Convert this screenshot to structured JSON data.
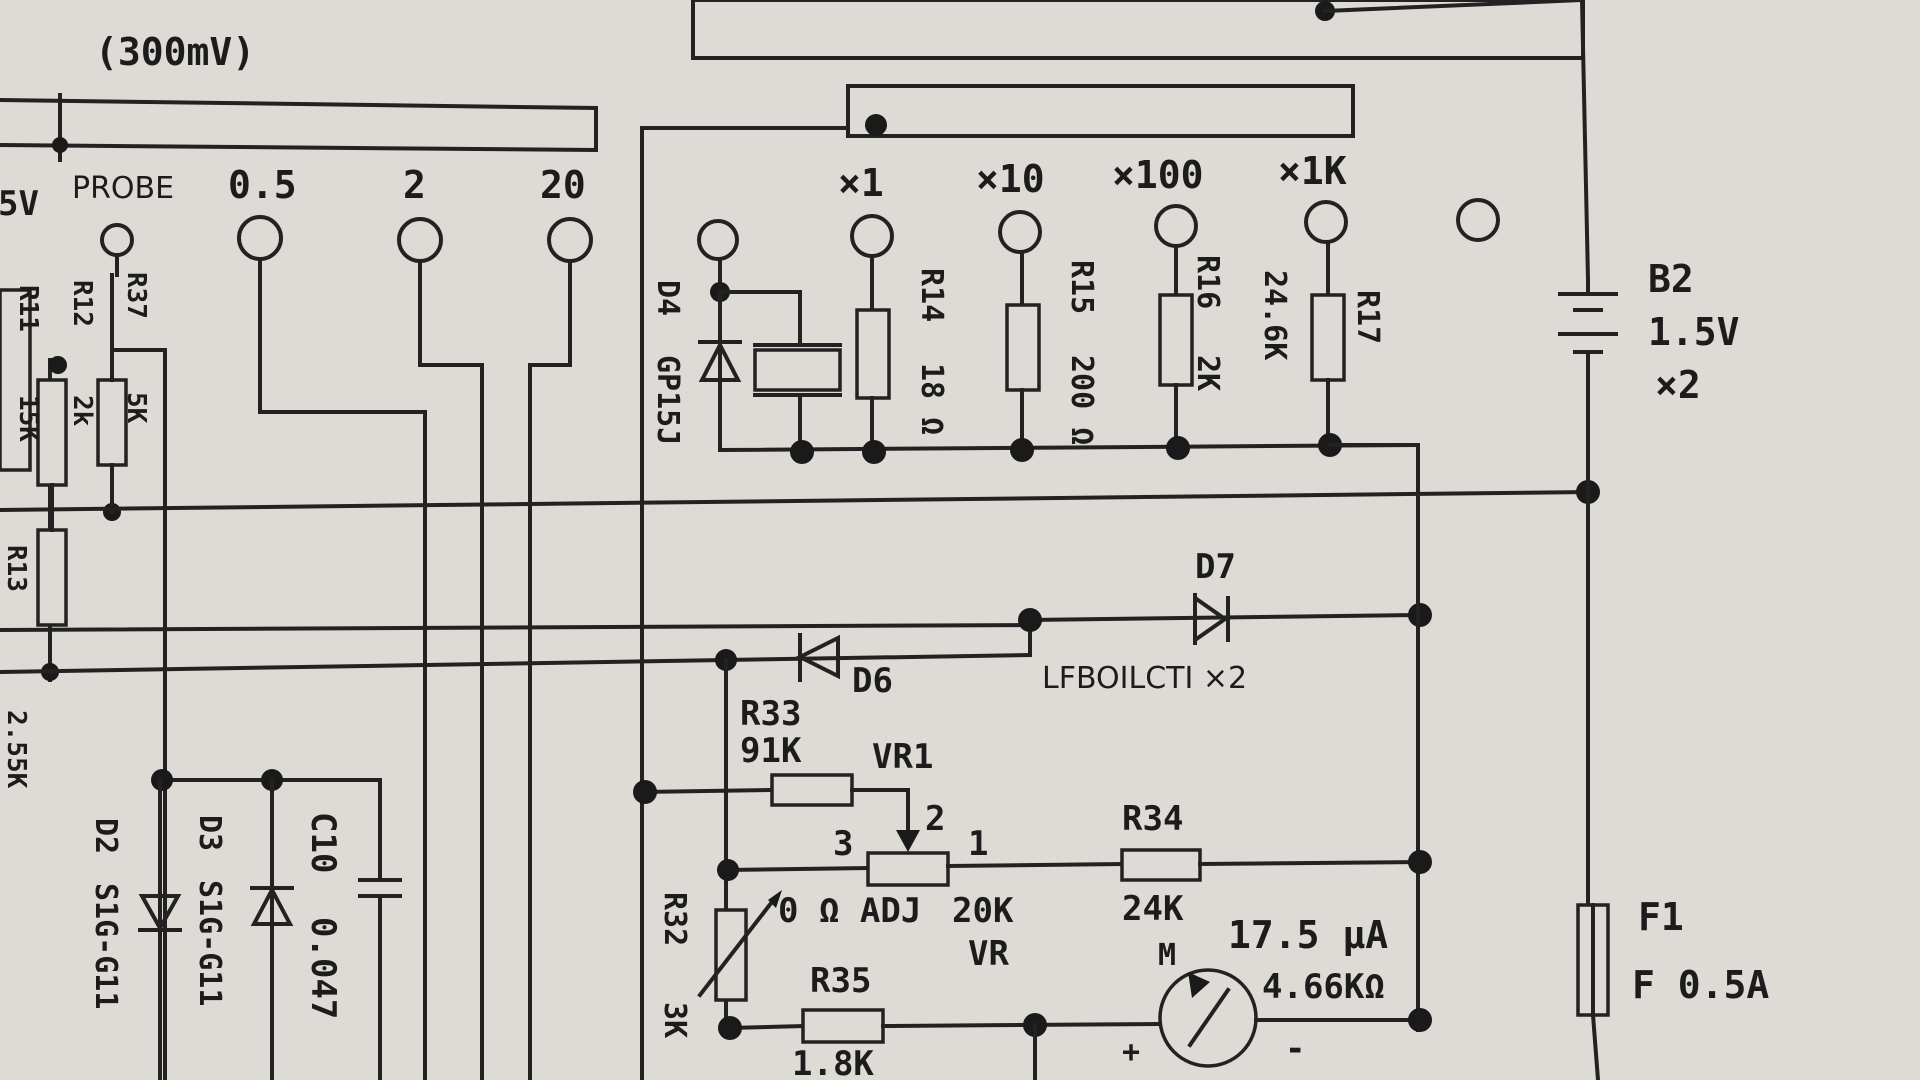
{
  "header": {
    "range_note": "(300mV)"
  },
  "probe_terminals": {
    "v5": "5V",
    "probe": "PROBE",
    "r05": "0.5",
    "r2": "2",
    "r20": "20"
  },
  "ohm_ranges": [
    "×1",
    "×10",
    "×100",
    "×1K"
  ],
  "components": {
    "R11": {
      "ref": "R11",
      "value": "15K"
    },
    "R12": {
      "ref": "R12",
      "value": "2k"
    },
    "R37": {
      "ref": "R37",
      "value": "5K"
    },
    "R13": {
      "ref": "R13",
      "value": "2.55K"
    },
    "D4": {
      "ref": "D4",
      "value": "GP15J"
    },
    "R14": {
      "ref": "R14",
      "value": "18 Ω"
    },
    "R15": {
      "ref": "R15",
      "value": "200 Ω"
    },
    "R16": {
      "ref": "R16",
      "value": "2K"
    },
    "R17": {
      "ref": "R17",
      "value": "24.6K"
    },
    "B2": {
      "ref": "B2",
      "value": "1.5V",
      "count": "×2"
    },
    "D7": {
      "ref": "D7"
    },
    "D6": {
      "ref": "D6"
    },
    "diode_pair": "LFBOILCTI ×2",
    "R33": {
      "ref": "R33",
      "value": "91K"
    },
    "VR1": {
      "ref": "VR1",
      "pin3": "3",
      "pin2": "2",
      "pin1": "1",
      "value": "20K",
      "type": "VR"
    },
    "R34": {
      "ref": "R34",
      "value": "24K"
    },
    "R32": {
      "ref": "R32",
      "value": "3K"
    },
    "zero_adj": "0 Ω ADJ",
    "R35": {
      "ref": "R35",
      "value": "1.8K"
    },
    "meter": {
      "ref": "M",
      "current": "17.5 μA",
      "resistance": "4.66KΩ",
      "plus": "+",
      "minus": "-"
    },
    "F1": {
      "ref": "F1",
      "value": "F 0.5A"
    },
    "C10": {
      "ref": "C10",
      "value": "0.047"
    },
    "D3": {
      "ref": "D3",
      "value": "S1G-G11"
    },
    "D2": {
      "ref": "D2",
      "value": "S1G-G11"
    }
  },
  "colors": {
    "paper": "#dedbd6",
    "ink": "#222222"
  }
}
